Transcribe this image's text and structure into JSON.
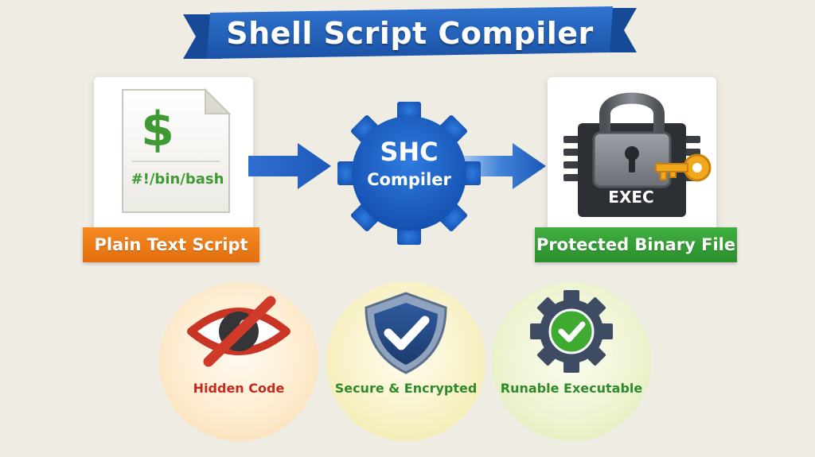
{
  "title": "Shell Script Compiler",
  "input": {
    "icon": "dollar-document-icon",
    "shebang": "#!/bin/bash",
    "label": "Plain Text Script"
  },
  "compiler": {
    "icon": "gear-icon",
    "title": "SHC",
    "subtitle": "Compiler"
  },
  "output": {
    "icon": "padlock-chip-icon",
    "exec_label": "EXEC",
    "label": "Protected Binary File"
  },
  "features": [
    {
      "icon": "hidden-eye-icon",
      "label": "Hidden Code"
    },
    {
      "icon": "shield-check-icon",
      "label": "Secure & Encrypted"
    },
    {
      "icon": "gear-check-icon",
      "label": "Runable Executable"
    }
  ],
  "colors": {
    "banner_blue": "#1f5fb8",
    "input_orange": "#f0801a",
    "output_green": "#35a036",
    "hidden_red": "#c42a1c",
    "feature_green": "#2f8a2a",
    "background": "#efece4"
  }
}
